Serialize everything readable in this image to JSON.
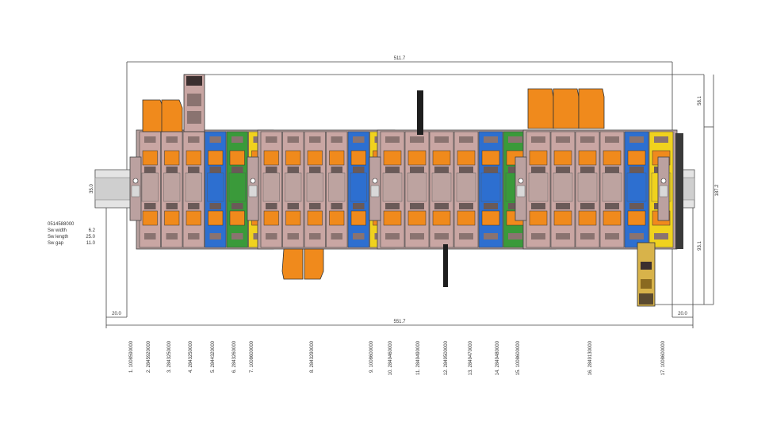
{
  "dimensions": {
    "top_width": "511.7",
    "bottom_width": "551.7",
    "left_margin": "20.0",
    "right_margin": "20.0",
    "rail_height": "35.0",
    "height_upper": "58.1",
    "height_total": "187.2",
    "height_lower": "93.1"
  },
  "rail_info": {
    "part_number": "0514588000",
    "rows": [
      {
        "label": "Sw width",
        "value": "6.2"
      },
      {
        "label": "Sw length",
        "value": "25.0"
      },
      {
        "label": "Sw gap",
        "value": "11.0"
      }
    ]
  },
  "part_labels": [
    "1. 1008590000",
    "2. 2845920000",
    "3. 2843250000",
    "4. 2843250000",
    "5. 2844320000",
    "6. 2843260000",
    "7. 1008600000",
    "8. 2843290000",
    "9. 1008600000",
    "10. 2849460000",
    "11. 2849490000",
    "12. 2849500000",
    "13. 2849470000",
    "14. 2849480000",
    "15. 1008600000",
    "16. 2849130000",
    "17. 1008600000"
  ],
  "colors": {
    "terminal_body": "#c9a6a3",
    "lever_orange": "#f08a1c",
    "blue_terminal": "#2d6fd0",
    "green_terminal": "#3a9a3a",
    "yellow_terminal": "#f0d21e",
    "rail": "#d0d0d0",
    "line": "#444444"
  },
  "blocks": [
    {
      "slots": [
        "body",
        "body",
        "body",
        "blue",
        "green",
        "yellow"
      ]
    },
    {
      "slots": [
        "body",
        "body",
        "body",
        "body",
        "blue",
        "yellow"
      ]
    },
    {
      "slots": [
        "body",
        "body",
        "body",
        "body",
        "blue",
        "green",
        "yellow"
      ]
    },
    {
      "slots": [
        "body",
        "body",
        "body",
        "body",
        "blue",
        "yellow"
      ]
    }
  ]
}
